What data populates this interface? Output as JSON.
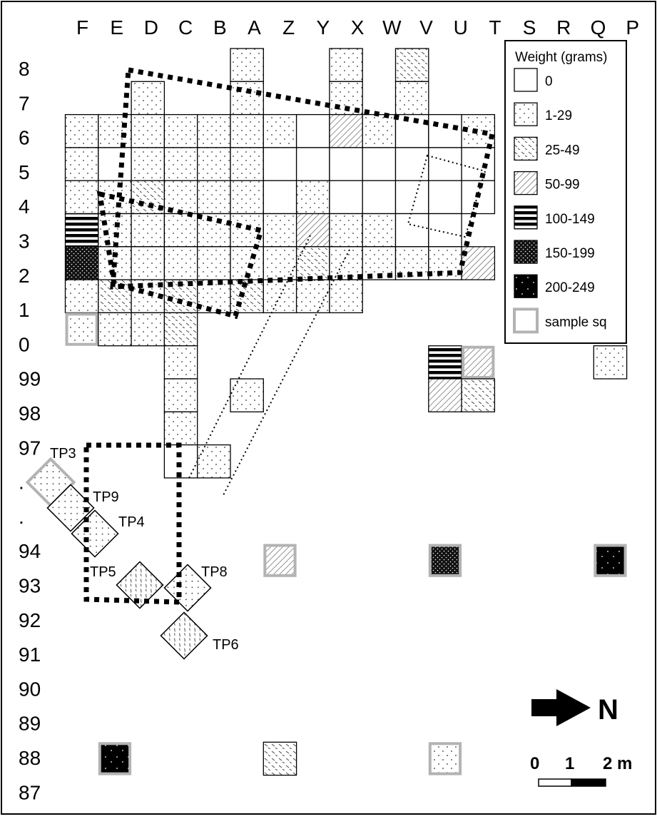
{
  "columns": [
    "F",
    "E",
    "D",
    "C",
    "B",
    "A",
    "Z",
    "Y",
    "X",
    "W",
    "V",
    "U",
    "T",
    "S",
    "R",
    "Q",
    "P"
  ],
  "rows": [
    "8",
    "7",
    "6",
    "5",
    "4",
    "3",
    "2",
    "1",
    "0",
    "99",
    "98",
    "97",
    ".",
    ".",
    "94",
    "93",
    "92",
    "91",
    "90",
    "89",
    "88",
    "87"
  ],
  "legend": {
    "title": "Weight (grams)",
    "items": [
      {
        "label": "0",
        "pattern": "empty"
      },
      {
        "label": "1-29",
        "pattern": "dots"
      },
      {
        "label": "25-49",
        "pattern": "dash"
      },
      {
        "label": "50-99",
        "pattern": "hatch"
      },
      {
        "label": "100-149",
        "pattern": "stripes"
      },
      {
        "label": "150-199",
        "pattern": "check"
      },
      {
        "label": "200-249",
        "pattern": "black"
      },
      {
        "label": "sample sq",
        "pattern": "sample"
      }
    ]
  },
  "north_label": "N",
  "scale": {
    "labels": [
      "0",
      "1",
      "2 m"
    ]
  },
  "test_pits": [
    {
      "label": "TP3",
      "pattern": "dots",
      "sample": true
    },
    {
      "label": "TP9",
      "pattern": "dots",
      "sample": false
    },
    {
      "label": "TP4",
      "pattern": "dots",
      "sample": false
    },
    {
      "label": "TP5",
      "pattern": "dash",
      "sample": false
    },
    {
      "label": "TP8",
      "pattern": "dots",
      "sample": false
    },
    {
      "label": "TP6",
      "pattern": "dash",
      "sample": false
    }
  ],
  "units": [
    {
      "col": "A",
      "row": "8",
      "p": "dots"
    },
    {
      "col": "X",
      "row": "8",
      "p": "dots"
    },
    {
      "col": "V",
      "row": "8",
      "p": "dash"
    },
    {
      "col": "D",
      "row": "7",
      "p": "dots"
    },
    {
      "col": "A",
      "row": "7",
      "p": "dots"
    },
    {
      "col": "X",
      "row": "7",
      "p": "dots"
    },
    {
      "col": "V",
      "row": "7",
      "p": "dots"
    },
    {
      "col": "F",
      "row": "6",
      "p": "dots"
    },
    {
      "col": "E",
      "row": "6",
      "p": "dots"
    },
    {
      "col": "D",
      "row": "6",
      "p": "dots"
    },
    {
      "col": "C",
      "row": "6",
      "p": "dots"
    },
    {
      "col": "B",
      "row": "6",
      "p": "dots"
    },
    {
      "col": "A",
      "row": "6",
      "p": "dots"
    },
    {
      "col": "Z",
      "row": "6",
      "p": "dots"
    },
    {
      "col": "Y",
      "row": "6",
      "p": "empty"
    },
    {
      "col": "X",
      "row": "6",
      "p": "hatch"
    },
    {
      "col": "W",
      "row": "6",
      "p": "dots"
    },
    {
      "col": "V",
      "row": "6",
      "p": "empty"
    },
    {
      "col": "U",
      "row": "6",
      "p": "empty"
    },
    {
      "col": "T",
      "row": "6",
      "p": "dots"
    },
    {
      "col": "F",
      "row": "5",
      "p": "dots"
    },
    {
      "col": "E",
      "row": "5",
      "p": "empty"
    },
    {
      "col": "D",
      "row": "5",
      "p": "dots"
    },
    {
      "col": "C",
      "row": "5",
      "p": "dots"
    },
    {
      "col": "B",
      "row": "5",
      "p": "dots"
    },
    {
      "col": "A",
      "row": "5",
      "p": "dots"
    },
    {
      "col": "Z",
      "row": "5",
      "p": "empty"
    },
    {
      "col": "Y",
      "row": "5",
      "p": "empty"
    },
    {
      "col": "X",
      "row": "5",
      "p": "empty"
    },
    {
      "col": "W",
      "row": "5",
      "p": "empty"
    },
    {
      "col": "V",
      "row": "5",
      "p": "empty"
    },
    {
      "col": "U",
      "row": "5",
      "p": "empty"
    },
    {
      "col": "T",
      "row": "5",
      "p": "empty"
    },
    {
      "col": "F",
      "row": "4",
      "p": "dots"
    },
    {
      "col": "E",
      "row": "4",
      "p": "dots"
    },
    {
      "col": "D",
      "row": "4",
      "p": "dash"
    },
    {
      "col": "C",
      "row": "4",
      "p": "dots"
    },
    {
      "col": "B",
      "row": "4",
      "p": "dots"
    },
    {
      "col": "A",
      "row": "4",
      "p": "dots"
    },
    {
      "col": "Z",
      "row": "4",
      "p": "empty"
    },
    {
      "col": "Y",
      "row": "4",
      "p": "dots"
    },
    {
      "col": "X",
      "row": "4",
      "p": "empty"
    },
    {
      "col": "W",
      "row": "4",
      "p": "empty"
    },
    {
      "col": "V",
      "row": "4",
      "p": "empty"
    },
    {
      "col": "U",
      "row": "4",
      "p": "empty"
    },
    {
      "col": "T",
      "row": "4",
      "p": "empty"
    },
    {
      "col": "F",
      "row": "3",
      "p": "stripes"
    },
    {
      "col": "E",
      "row": "3",
      "p": "dots"
    },
    {
      "col": "D",
      "row": "3",
      "p": "dots"
    },
    {
      "col": "C",
      "row": "3",
      "p": "dots"
    },
    {
      "col": "B",
      "row": "3",
      "p": "dots"
    },
    {
      "col": "A",
      "row": "3",
      "p": "dots"
    },
    {
      "col": "Z",
      "row": "3",
      "p": "dots"
    },
    {
      "col": "Y",
      "row": "3",
      "p": "hatch"
    },
    {
      "col": "X",
      "row": "3",
      "p": "dots"
    },
    {
      "col": "W",
      "row": "3",
      "p": "dots"
    },
    {
      "col": "V",
      "row": "3",
      "p": "empty"
    },
    {
      "col": "U",
      "row": "3",
      "p": "empty"
    },
    {
      "col": "F",
      "row": "2",
      "p": "check"
    },
    {
      "col": "E",
      "row": "2",
      "p": "dots"
    },
    {
      "col": "D",
      "row": "2",
      "p": "dots"
    },
    {
      "col": "C",
      "row": "2",
      "p": "dots"
    },
    {
      "col": "B",
      "row": "2",
      "p": "dots"
    },
    {
      "col": "A",
      "row": "2",
      "p": "dots"
    },
    {
      "col": "Z",
      "row": "2",
      "p": "dots"
    },
    {
      "col": "Y",
      "row": "2",
      "p": "dash"
    },
    {
      "col": "X",
      "row": "2",
      "p": "dots"
    },
    {
      "col": "W",
      "row": "2",
      "p": "dots"
    },
    {
      "col": "V",
      "row": "2",
      "p": "dots"
    },
    {
      "col": "U",
      "row": "2",
      "p": "dots"
    },
    {
      "col": "T",
      "row": "2",
      "p": "hatch"
    },
    {
      "col": "F",
      "row": "1",
      "p": "dots"
    },
    {
      "col": "E",
      "row": "1",
      "p": "dash"
    },
    {
      "col": "D",
      "row": "1",
      "p": "dots"
    },
    {
      "col": "C",
      "row": "1",
      "p": "dash"
    },
    {
      "col": "B",
      "row": "1",
      "p": "dots"
    },
    {
      "col": "A",
      "row": "1",
      "p": "dash"
    },
    {
      "col": "Z",
      "row": "1",
      "p": "dots"
    },
    {
      "col": "Y",
      "row": "1",
      "p": "dots"
    },
    {
      "col": "X",
      "row": "1",
      "p": "dots"
    },
    {
      "col": "F",
      "row": "0",
      "p": "dots",
      "s": true
    },
    {
      "col": "E",
      "row": "0",
      "p": "dots"
    },
    {
      "col": "D",
      "row": "0",
      "p": "dots"
    },
    {
      "col": "C",
      "row": "0",
      "p": "dash"
    },
    {
      "col": "C",
      "row": "99",
      "p": "dots"
    },
    {
      "col": "U",
      "row": "99",
      "p": "stripes"
    },
    {
      "col": "T",
      "row": "99",
      "p": "hatch",
      "s": true
    },
    {
      "col": "P",
      "row": "99",
      "p": "dots"
    },
    {
      "col": "C",
      "row": "98",
      "p": "dots"
    },
    {
      "col": "A",
      "row": "98",
      "p": "dots"
    },
    {
      "col": "U",
      "row": "98",
      "p": "hatch"
    },
    {
      "col": "T",
      "row": "98",
      "p": "dash"
    },
    {
      "col": "C",
      "row": "97",
      "p": "dots"
    },
    {
      "col": "C",
      "row": ".",
      "p": "empty"
    },
    {
      "col": "B",
      "row": ".",
      "p": "dots"
    },
    {
      "col": "Z",
      "row": "93",
      "p": "hatch",
      "s": true
    },
    {
      "col": "U",
      "row": "93",
      "p": "check",
      "s": true
    },
    {
      "col": "P",
      "row": "93",
      "p": "black",
      "s": true
    },
    {
      "col": "E",
      "row": "87",
      "p": "black",
      "s": true
    },
    {
      "col": "Z",
      "row": "87",
      "p": "dash"
    },
    {
      "col": "U",
      "row": "87",
      "p": "dots",
      "s": true
    }
  ]
}
